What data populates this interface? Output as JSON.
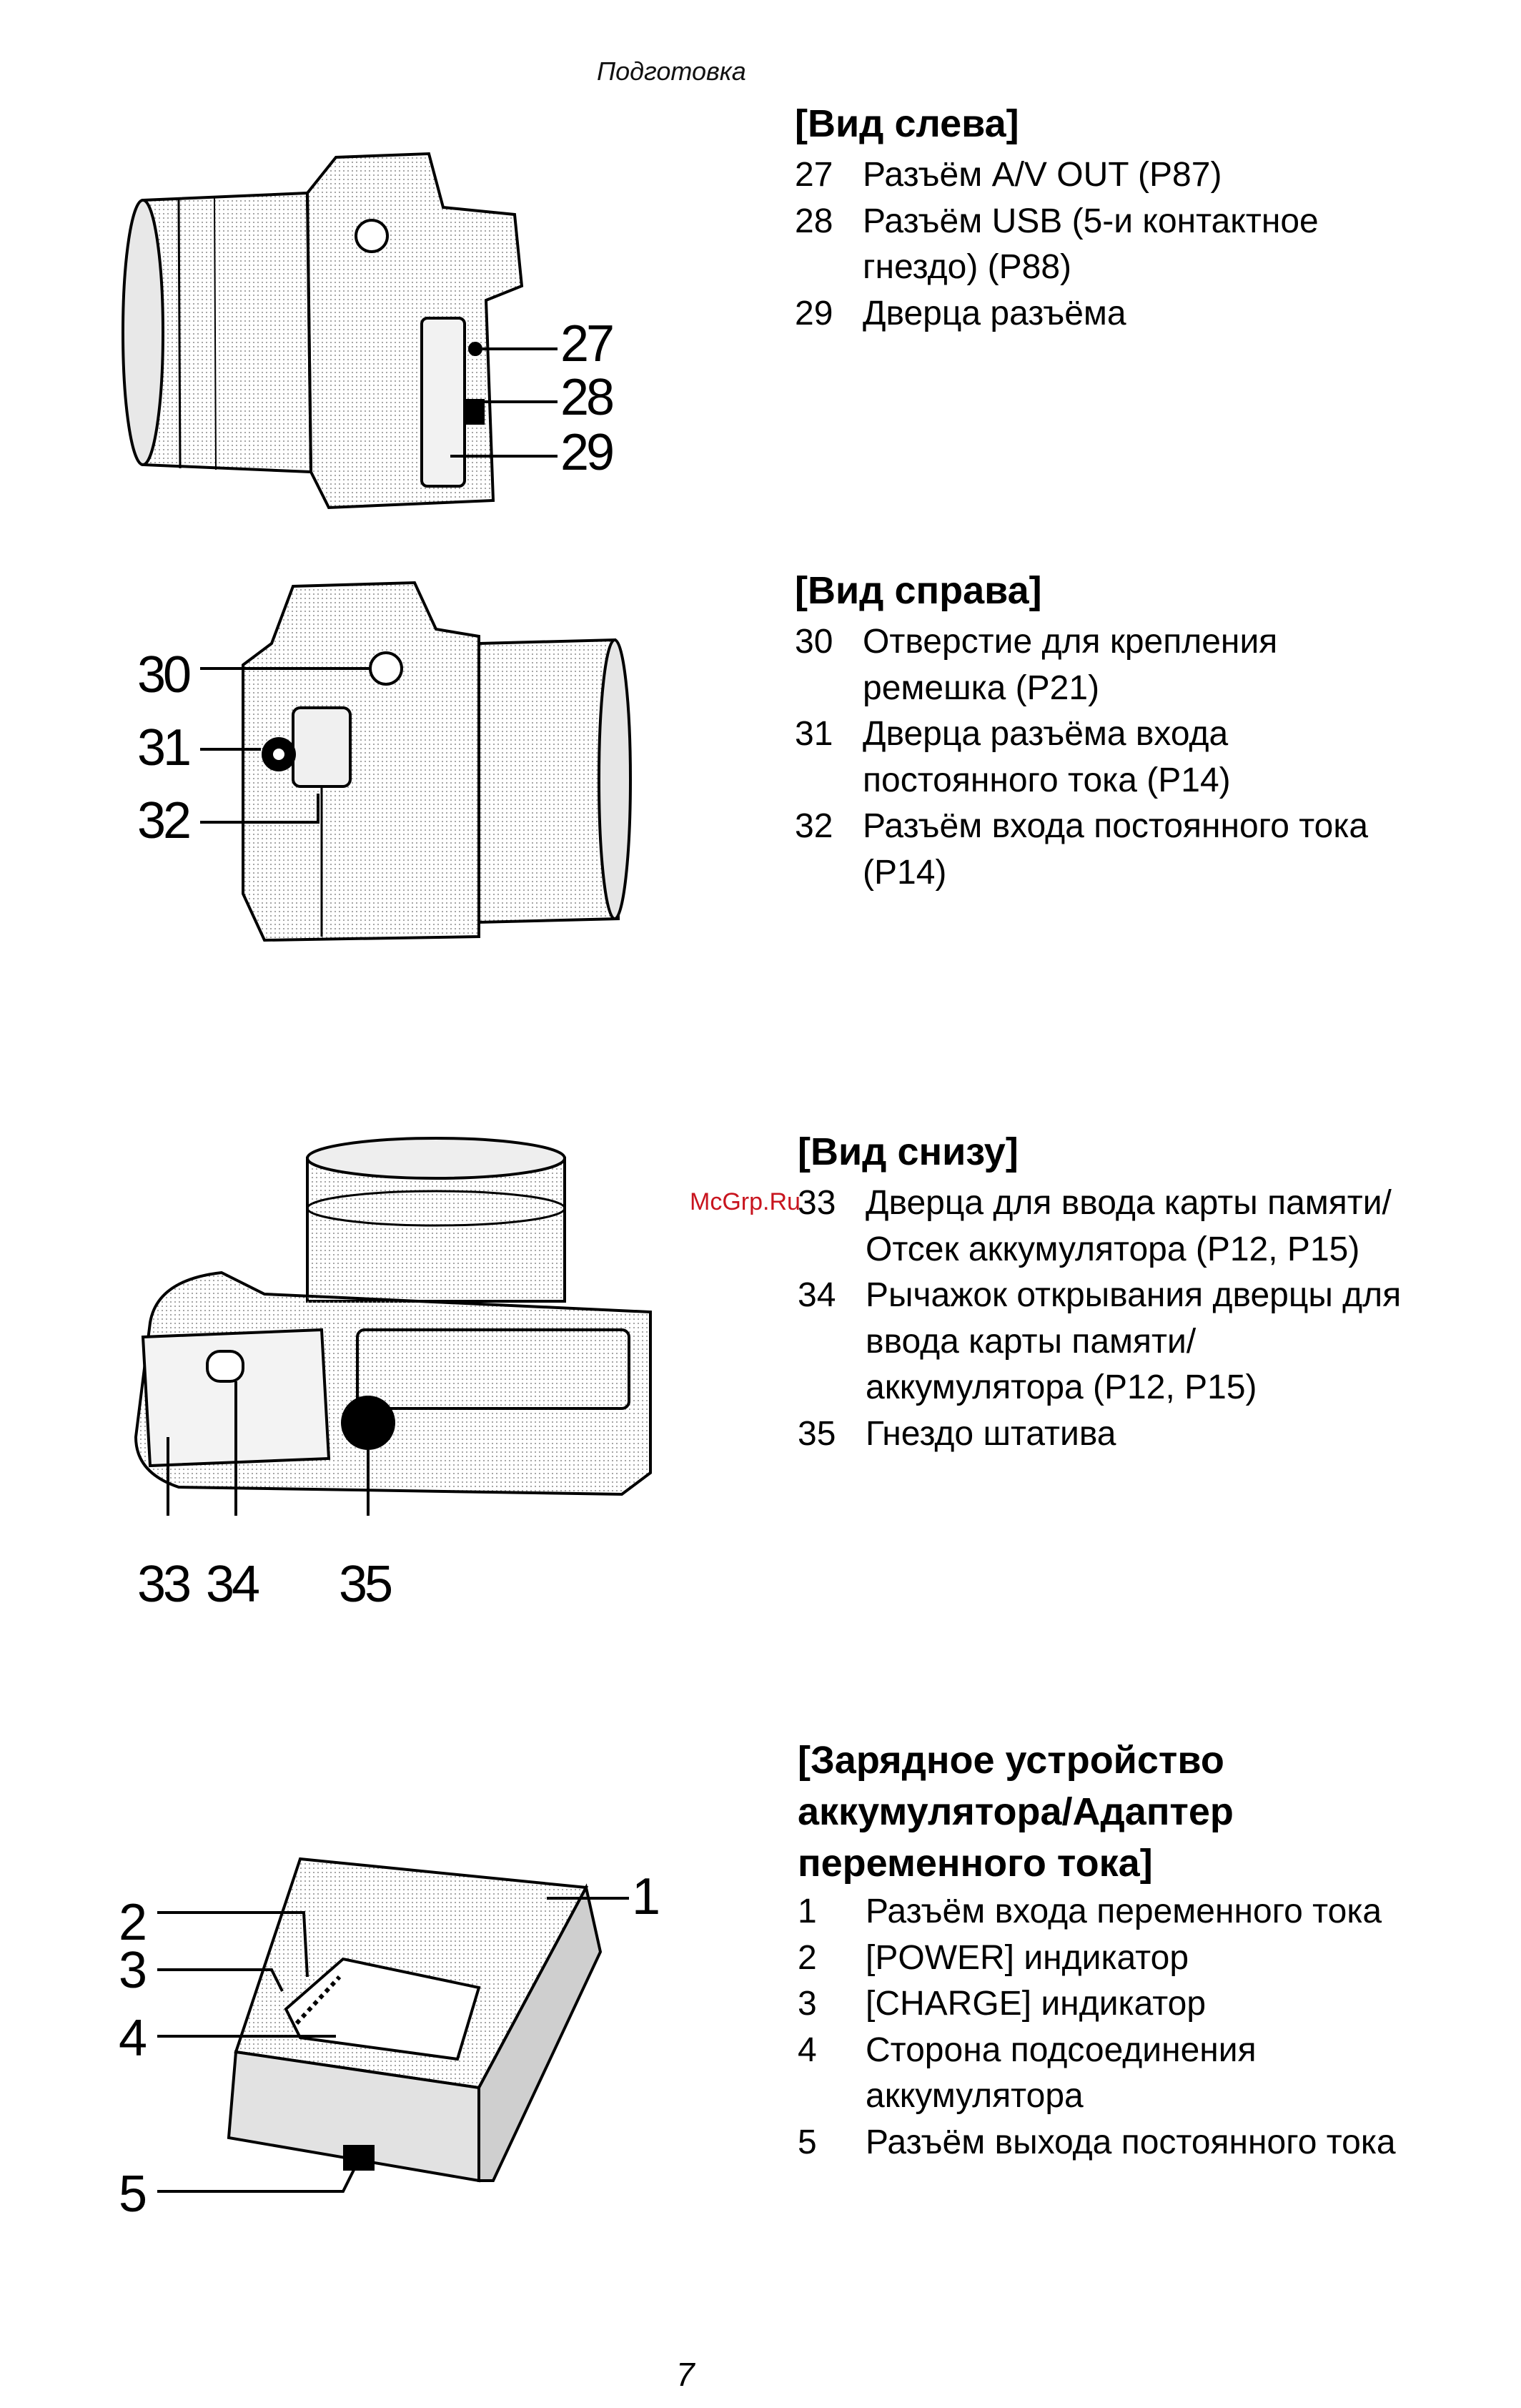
{
  "header": {
    "section": "Подготовка"
  },
  "sections": [
    {
      "title": "[Вид слева]",
      "items": [
        {
          "num": "27",
          "text": "Разъём A/V OUT (P87)"
        },
        {
          "num": "28",
          "text": "Разъём USB (5-и контактное гнездо) (P88)"
        },
        {
          "num": "29",
          "text": "Дверца разъёма"
        }
      ]
    },
    {
      "title": "[Вид справа]",
      "items": [
        {
          "num": "30",
          "text": "Отверстие для крепления ремешка (P21)"
        },
        {
          "num": "31",
          "text": "Дверца разъёма входа постоянного тока (P14)"
        },
        {
          "num": "32",
          "text": "Разъём входа постоянного тока (P14)"
        }
      ]
    },
    {
      "title": "[Вид снизу]",
      "items": [
        {
          "num": "33",
          "text": "Дверца для ввода карты памяти/Отсек аккумулятора (P12, P15)"
        },
        {
          "num": "34",
          "text": "Рычажок открывания дверцы для ввода карты памяти/аккумулятора (P12, P15)"
        },
        {
          "num": "35",
          "text": "Гнездо штатива"
        }
      ]
    },
    {
      "title": "[Зарядное устройство аккумулятора/Адаптер переменного тока]",
      "items": [
        {
          "num": "1",
          "text": "Разъём входа переменного тока"
        },
        {
          "num": "2",
          "text": "[POWER] индикатор"
        },
        {
          "num": "3",
          "text": "[CHARGE] индикатор"
        },
        {
          "num": "4",
          "text": "Сторона подсоединения аккумулятора"
        },
        {
          "num": "5",
          "text": "Разъём выхода постоянного тока"
        }
      ]
    }
  ],
  "figures": {
    "left_view": {
      "callouts": [
        "27",
        "28",
        "29"
      ]
    },
    "right_view": {
      "callouts": [
        "30",
        "31",
        "32"
      ]
    },
    "bottom_view": {
      "callouts": [
        "33",
        "34",
        "35"
      ]
    },
    "charger": {
      "callouts": [
        "1",
        "2",
        "3",
        "4",
        "5"
      ]
    }
  },
  "watermark": "McGrp.Ru",
  "page_number": "7"
}
